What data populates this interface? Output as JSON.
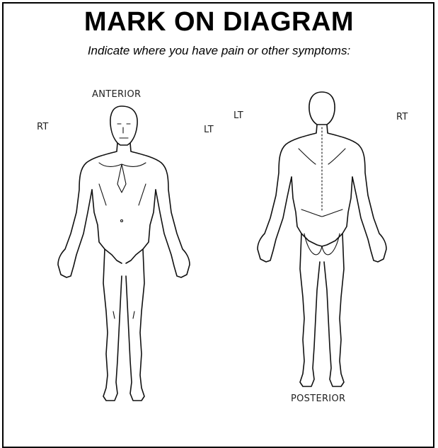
{
  "title": "MARK ON DIAGRAM",
  "subtitle": "Indicate where you have pain or other symptoms:",
  "anterior": {
    "label": "ANTERIOR",
    "left_side": "RT",
    "right_side": "LT"
  },
  "posterior": {
    "label": "POSTERIOR",
    "left_side": "LT",
    "right_side": "RT"
  }
}
